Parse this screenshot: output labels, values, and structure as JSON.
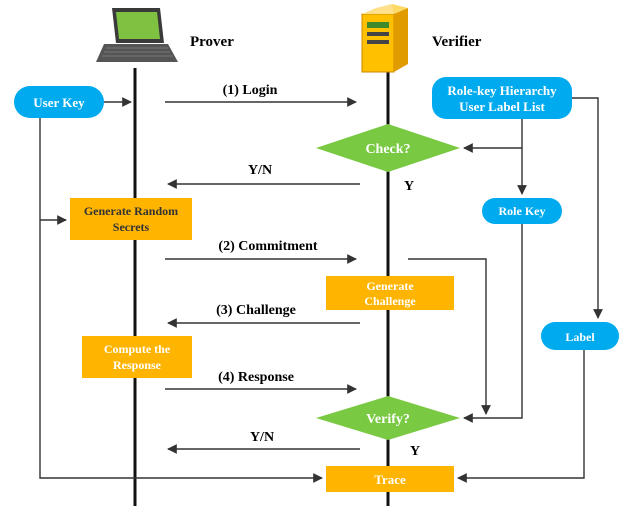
{
  "actors": {
    "prover": "Prover",
    "verifier": "Verifier"
  },
  "nodes": {
    "user_key": "User Key",
    "role_hierarchy_line1": "Role-key Hierarchy",
    "role_hierarchy_line2": "User Label List",
    "check": "Check?",
    "role_key": "Role Key",
    "generate_secrets_line1": "Generate Random",
    "generate_secrets_line2": "Secrets",
    "generate_challenge_line1": "Generate",
    "generate_challenge_line2": "Challenge",
    "label": "Label",
    "compute_response_line1": "Compute the",
    "compute_response_line2": "Response",
    "verify": "Verify?",
    "trace": "Trace"
  },
  "messages": {
    "login": "(1) Login",
    "yn_top": "Y/N",
    "y_check": "Y",
    "commitment": "(2) Commitment",
    "challenge": "(3) Challenge",
    "response": "(4) Response",
    "yn_bottom": "Y/N",
    "y_verify": "Y"
  },
  "colors": {
    "blue_node": "#00aaee",
    "orange_box": "#ffb400",
    "green_diamond": "#7ac943",
    "line": "#333333",
    "laptop_body": "#444444",
    "laptop_screen": "#7fc241",
    "server": "#ffc000"
  },
  "icons": {
    "prover": "laptop-icon",
    "verifier": "server-icon"
  }
}
